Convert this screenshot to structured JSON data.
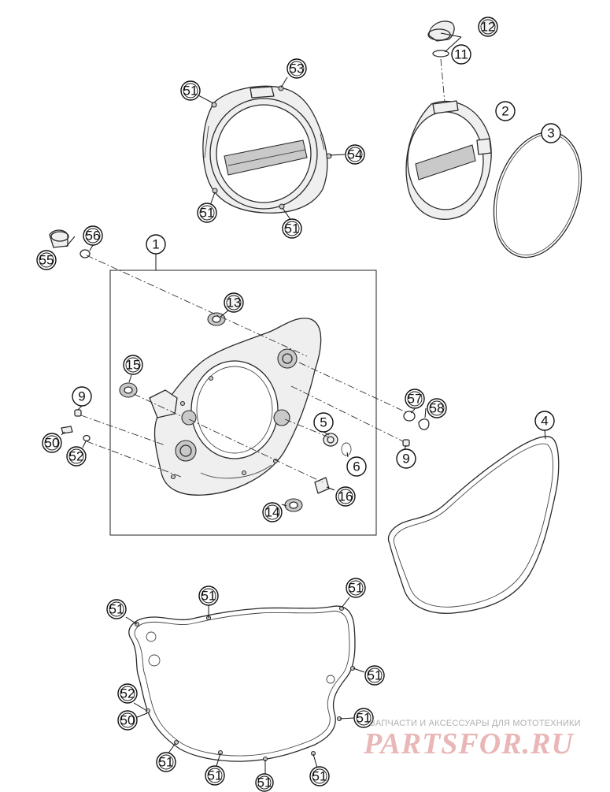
{
  "callouts": {
    "c1": "1",
    "c2": "2",
    "c3": "3",
    "c4": "4",
    "c5": "5",
    "c6": "6",
    "c9a": "9",
    "c9b": "9",
    "c11": "11",
    "c12": "12",
    "c13": "13",
    "c14": "14",
    "c15": "15",
    "c16": "16",
    "c50a": "50",
    "c50b": "50",
    "c51": "51",
    "c52a": "52",
    "c52b": "52",
    "c53": "53",
    "c54": "54",
    "c55": "55",
    "c56": "56",
    "c57": "57",
    "c58": "58"
  },
  "watermark": {
    "tagline": "ЗАПЧАСТИ И АКСЕССУАРЫ ДЛЯ МОТОТЕХНИКИ",
    "logo": "PARTSFOR.RU"
  }
}
